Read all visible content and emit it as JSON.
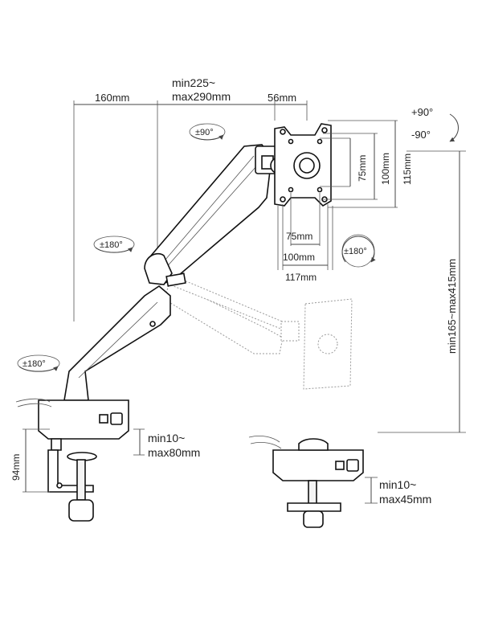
{
  "colors": {
    "line": "#111111",
    "dimension": "#444444",
    "ghost": "#999999"
  },
  "labels": {
    "arm_reach_total": "min225~\nmax290mm",
    "base_offset": "160mm",
    "head_offset": "56mm",
    "tilt": "+90°\n-90°",
    "swivel_head_top": "±90°",
    "swivel_mid": "±180°",
    "swivel_base": "±180°",
    "rotate_head": "±180°",
    "vesa_75_h": "75mm",
    "vesa_100_h": "100mm",
    "plate_115_h": "115mm",
    "vesa_75_w": "75mm",
    "vesa_100_w": "100mm",
    "plate_117_w": "117mm",
    "height_range": "min165~max415mm",
    "clamp_range": "min10~\nmax80mm",
    "clamp_height": "94mm",
    "grommet_range": "min10~\nmax45mm"
  },
  "icons": [
    "rotation-arrow-icon",
    "tilt-arrow-icon"
  ]
}
